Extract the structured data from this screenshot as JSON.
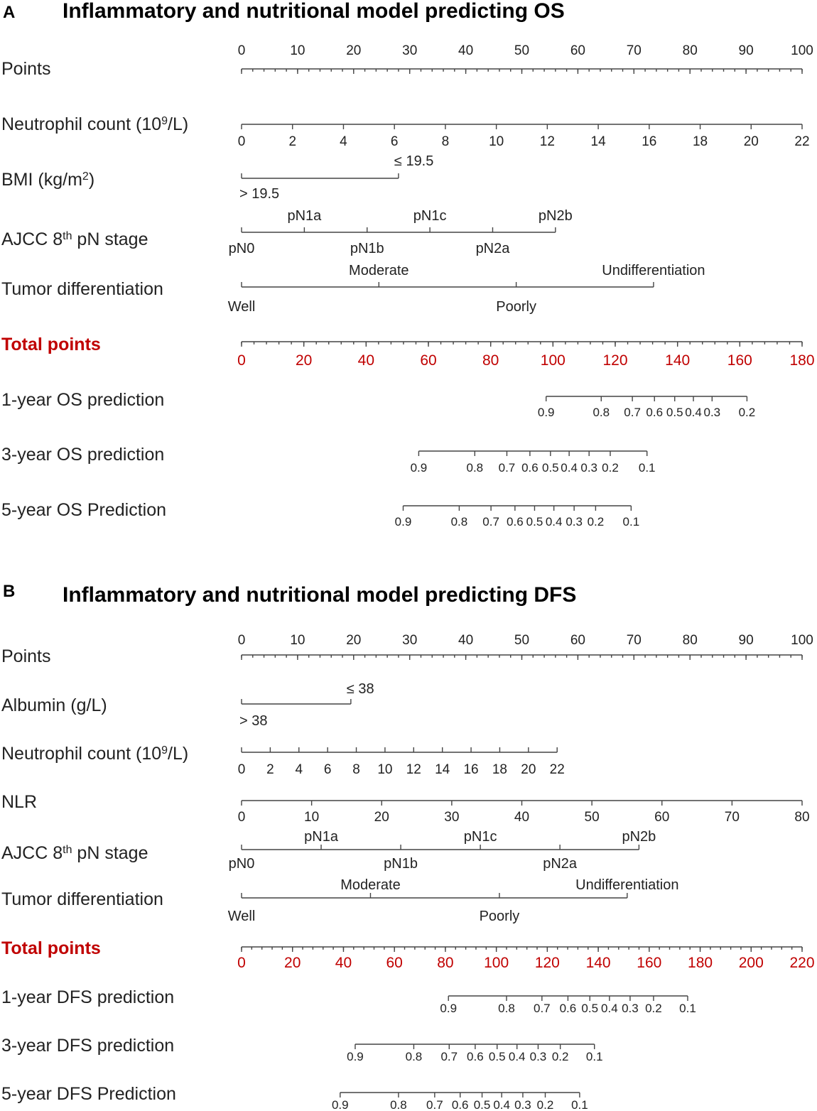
{
  "colors": {
    "total_points": "#c00000",
    "axis": "#444444",
    "text": "#222222"
  },
  "chart_data": [
    {
      "type": "nomogram",
      "panel": "A",
      "title": "Inflammatory and nutritional model predicting OS",
      "rows": [
        {
          "label": "Points",
          "kind": "scale",
          "ticks": [
            {
              "value": 0,
              "label": "0"
            },
            {
              "value": 10,
              "label": "10"
            },
            {
              "value": 20,
              "label": "20"
            },
            {
              "value": 30,
              "label": "30"
            },
            {
              "value": 40,
              "label": "40"
            },
            {
              "value": 50,
              "label": "50"
            },
            {
              "value": 60,
              "label": "60"
            },
            {
              "value": 70,
              "label": "70"
            },
            {
              "value": 80,
              "label": "80"
            },
            {
              "value": 90,
              "label": "90"
            },
            {
              "value": 100,
              "label": "100"
            }
          ],
          "minor_step": 2
        },
        {
          "label": "Neutrophil count (10",
          "label_sup": "9",
          "label_after": "/L)",
          "kind": "scale",
          "ticks": [
            {
              "value": 0,
              "label": "0"
            },
            {
              "value": 2,
              "label": "2"
            },
            {
              "value": 4,
              "label": "4"
            },
            {
              "value": 6,
              "label": "6"
            },
            {
              "value": 8,
              "label": "8"
            },
            {
              "value": 10,
              "label": "10"
            },
            {
              "value": 12,
              "label": "12"
            },
            {
              "value": 14,
              "label": "14"
            },
            {
              "value": 16,
              "label": "16"
            },
            {
              "value": 18,
              "label": "18"
            },
            {
              "value": 20,
              "label": "20"
            },
            {
              "value": 22,
              "label": "22"
            }
          ]
        },
        {
          "label": "BMI (kg/m",
          "label_sup": "2",
          "label_after": ")",
          "kind": "categorical",
          "categories": [
            {
              "label": "> 19.5",
              "points": 0
            },
            {
              "label": "≤ 19.5",
              "points": 28
            }
          ]
        },
        {
          "label": "AJCC 8",
          "label_sup": "th",
          "label_after": " pN stage",
          "kind": "categorical",
          "categories": [
            {
              "label": "pN0",
              "points": 0
            },
            {
              "label": "pN1a",
              "points": 11.2
            },
            {
              "label": "pN1b",
              "points": 22.4
            },
            {
              "label": "pN1c",
              "points": 33.6
            },
            {
              "label": "pN2a",
              "points": 44.8
            },
            {
              "label": "pN2b",
              "points": 56
            }
          ]
        },
        {
          "label": "Tumor differentiation",
          "kind": "categorical",
          "categories": [
            {
              "label": "Well",
              "points": 0
            },
            {
              "label": "Moderate",
              "points": 24.5
            },
            {
              "label": "Poorly",
              "points": 49
            },
            {
              "label": "Undifferentiation",
              "points": 73.5
            }
          ]
        },
        {
          "label": "Total points",
          "kind": "scale",
          "total": true,
          "ticks": [
            {
              "value": 0,
              "label": "0"
            },
            {
              "value": 20,
              "label": "20"
            },
            {
              "value": 40,
              "label": "40"
            },
            {
              "value": 60,
              "label": "60"
            },
            {
              "value": 80,
              "label": "80"
            },
            {
              "value": 100,
              "label": "100"
            },
            {
              "value": 120,
              "label": "120"
            },
            {
              "value": 140,
              "label": "140"
            },
            {
              "value": 160,
              "label": "160"
            },
            {
              "value": 180,
              "label": "180"
            }
          ],
          "minor_step": 4
        },
        {
          "label": "1-year OS prediction",
          "kind": "prob",
          "probs": [
            {
              "label": "0.9",
              "total": 97.8
            },
            {
              "label": "0.8",
              "total": 115.5
            },
            {
              "label": "0.7",
              "total": 125.5
            },
            {
              "label": "0.6",
              "total": 132.6
            },
            {
              "label": "0.5",
              "total": 139.1
            },
            {
              "label": "0.4",
              "total": 145.1
            },
            {
              "label": "0.3",
              "total": 151.1
            },
            {
              "label": "0.2",
              "total": 162.3
            }
          ]
        },
        {
          "label": "3-year OS prediction",
          "kind": "prob",
          "probs": [
            {
              "label": "0.9",
              "total": 56.9
            },
            {
              "label": "0.8",
              "total": 74.9
            },
            {
              "label": "0.7",
              "total": 85.2
            },
            {
              "label": "0.6",
              "total": 92.6
            },
            {
              "label": "0.5",
              "total": 99.2
            },
            {
              "label": "0.4",
              "total": 105.2
            },
            {
              "label": "0.3",
              "total": 111.6
            },
            {
              "label": "0.2",
              "total": 118.4
            },
            {
              "label": "0.1",
              "total": 130.2
            }
          ]
        },
        {
          "label": "5-year OS Prediction",
          "kind": "prob",
          "probs": [
            {
              "label": "0.9",
              "total": 51.9
            },
            {
              "label": "0.8",
              "total": 69.9
            },
            {
              "label": "0.7",
              "total": 80.1
            },
            {
              "label": "0.6",
              "total": 87.8
            },
            {
              "label": "0.5",
              "total": 94.1
            },
            {
              "label": "0.4",
              "total": 100.3
            },
            {
              "label": "0.3",
              "total": 106.8
            },
            {
              "label": "0.2",
              "total": 113.7
            },
            {
              "label": "0.1",
              "total": 125.1
            }
          ]
        }
      ]
    },
    {
      "type": "nomogram",
      "panel": "B",
      "title": "Inflammatory and nutritional model predicting DFS",
      "rows": [
        {
          "label": "Points",
          "kind": "scale",
          "ticks": [
            {
              "value": 0,
              "label": "0"
            },
            {
              "value": 10,
              "label": "10"
            },
            {
              "value": 20,
              "label": "20"
            },
            {
              "value": 30,
              "label": "30"
            },
            {
              "value": 40,
              "label": "40"
            },
            {
              "value": 50,
              "label": "50"
            },
            {
              "value": 60,
              "label": "60"
            },
            {
              "value": 70,
              "label": "70"
            },
            {
              "value": 80,
              "label": "80"
            },
            {
              "value": 90,
              "label": "90"
            },
            {
              "value": 100,
              "label": "100"
            }
          ],
          "minor_step": 2
        },
        {
          "label": "Albumin (g/L)",
          "kind": "categorical",
          "categories": [
            {
              "label": "> 38",
              "points": 0
            },
            {
              "label": "≤ 38",
              "points": 19.5
            }
          ]
        },
        {
          "label": "Neutrophil count (10",
          "label_sup": "9",
          "label_after": "/L)",
          "kind": "scale",
          "points_span": 56.3,
          "ticks": [
            {
              "value": 0,
              "label": "0"
            },
            {
              "value": 2,
              "label": "2"
            },
            {
              "value": 4,
              "label": "4"
            },
            {
              "value": 6,
              "label": "6"
            },
            {
              "value": 8,
              "label": "8"
            },
            {
              "value": 10,
              "label": "10"
            },
            {
              "value": 12,
              "label": "12"
            },
            {
              "value": 14,
              "label": "14"
            },
            {
              "value": 16,
              "label": "16"
            },
            {
              "value": 18,
              "label": "18"
            },
            {
              "value": 20,
              "label": "20"
            },
            {
              "value": 22,
              "label": "22"
            }
          ]
        },
        {
          "label": "NLR",
          "kind": "scale",
          "ticks": [
            {
              "value": 0,
              "label": "0"
            },
            {
              "value": 10,
              "label": "10"
            },
            {
              "value": 20,
              "label": "20"
            },
            {
              "value": 30,
              "label": "30"
            },
            {
              "value": 40,
              "label": "40"
            },
            {
              "value": 50,
              "label": "50"
            },
            {
              "value": 60,
              "label": "60"
            },
            {
              "value": 70,
              "label": "70"
            },
            {
              "value": 80,
              "label": "80"
            }
          ]
        },
        {
          "label": "AJCC 8",
          "label_sup": "th",
          "label_after": " pN stage",
          "kind": "categorical",
          "categories": [
            {
              "label": "pN0",
              "points": 0
            },
            {
              "label": "pN1a",
              "points": 14.2
            },
            {
              "label": "pN1b",
              "points": 28.4
            },
            {
              "label": "pN1c",
              "points": 42.6
            },
            {
              "label": "pN2a",
              "points": 56.8
            },
            {
              "label": "pN2b",
              "points": 70.9
            }
          ]
        },
        {
          "label": "Tumor differentiation",
          "kind": "categorical",
          "categories": [
            {
              "label": "Well",
              "points": 0
            },
            {
              "label": "Moderate",
              "points": 23
            },
            {
              "label": "Poorly",
              "points": 46
            },
            {
              "label": "Undifferentiation",
              "points": 68.8
            }
          ]
        },
        {
          "label": "Total points",
          "kind": "scale",
          "total": true,
          "ticks": [
            {
              "value": 0,
              "label": "0"
            },
            {
              "value": 20,
              "label": "20"
            },
            {
              "value": 40,
              "label": "40"
            },
            {
              "value": 60,
              "label": "60"
            },
            {
              "value": 80,
              "label": "80"
            },
            {
              "value": 100,
              "label": "100"
            },
            {
              "value": 120,
              "label": "120"
            },
            {
              "value": 140,
              "label": "140"
            },
            {
              "value": 160,
              "label": "160"
            },
            {
              "value": 180,
              "label": "180"
            },
            {
              "value": 200,
              "label": "200"
            },
            {
              "value": 220,
              "label": "220"
            }
          ],
          "minor_step": 4
        },
        {
          "label": "1-year DFS prediction",
          "kind": "prob",
          "probs": [
            {
              "label": "0.9",
              "total": 81.2
            },
            {
              "label": "0.8",
              "total": 104
            },
            {
              "label": "0.7",
              "total": 117.9
            },
            {
              "label": "0.6",
              "total": 128.1
            },
            {
              "label": "0.5",
              "total": 136.7
            },
            {
              "label": "0.4",
              "total": 144.4
            },
            {
              "label": "0.3",
              "total": 152.5
            },
            {
              "label": "0.2",
              "total": 161.7
            },
            {
              "label": "0.1",
              "total": 175.1
            }
          ]
        },
        {
          "label": "3-year DFS prediction",
          "kind": "prob",
          "probs": [
            {
              "label": "0.9",
              "total": 44.6
            },
            {
              "label": "0.8",
              "total": 67.6
            },
            {
              "label": "0.7",
              "total": 81.5
            },
            {
              "label": "0.6",
              "total": 91.7
            },
            {
              "label": "0.5",
              "total": 100.3
            },
            {
              "label": "0.4",
              "total": 108.1
            },
            {
              "label": "0.3",
              "total": 116.4
            },
            {
              "label": "0.2",
              "total": 125.1
            },
            {
              "label": "0.1",
              "total": 138.5
            }
          ]
        },
        {
          "label": "5-year DFS Prediction",
          "kind": "prob",
          "probs": [
            {
              "label": "0.9",
              "total": 38.7
            },
            {
              "label": "0.8",
              "total": 61.6
            },
            {
              "label": "0.7",
              "total": 75.8
            },
            {
              "label": "0.6",
              "total": 85.8
            },
            {
              "label": "0.5",
              "total": 94.4
            },
            {
              "label": "0.4",
              "total": 102.1
            },
            {
              "label": "0.3",
              "total": 110.4
            },
            {
              "label": "0.2",
              "total": 119.2
            },
            {
              "label": "0.1",
              "total": 132.7
            }
          ]
        }
      ]
    }
  ]
}
